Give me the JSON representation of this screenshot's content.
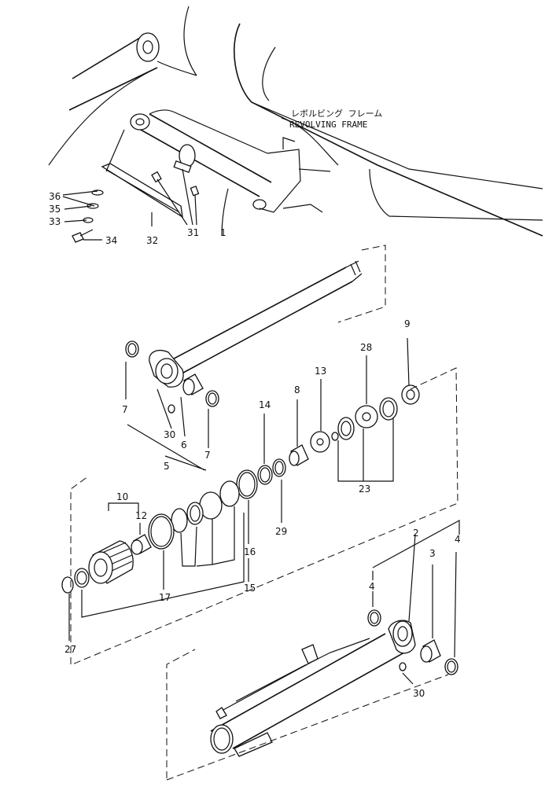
{
  "frame_label": {
    "jp": "レボルビング フレーム",
    "en": "REVOLVING FRAME"
  },
  "callouts": {
    "c36": "36",
    "c35": "35",
    "c33": "33",
    "c34": "34",
    "c32": "32",
    "c31": "31",
    "c1": "1",
    "c7a": "7",
    "c7b": "7",
    "c30a": "30",
    "c6": "6",
    "c5": "5",
    "c14": "14",
    "c8": "8",
    "c13": "13",
    "c28": "28",
    "c9": "9",
    "c23": "23",
    "c29": "29",
    "c10": "10",
    "c12": "12",
    "c17": "17",
    "c16": "16",
    "c15": "15",
    "c27": "27",
    "c2": "2",
    "c4a": "4",
    "c3": "3",
    "c4b": "4",
    "c30b": "30"
  }
}
